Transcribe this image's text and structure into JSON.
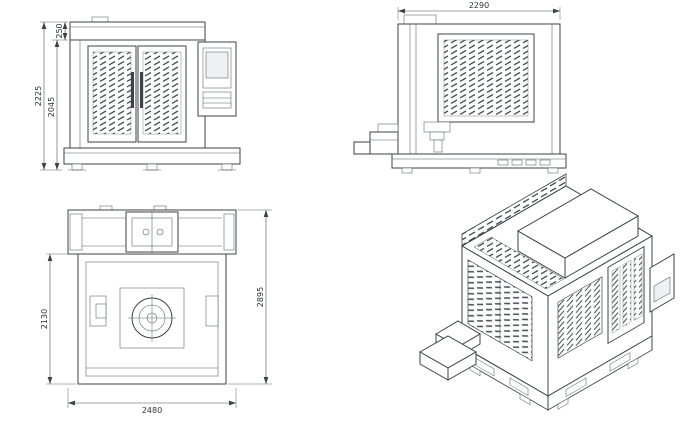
{
  "views": {
    "front": {
      "dimensions": {
        "total_height": "2225",
        "body_height": "2045",
        "top_section_height": "250"
      }
    },
    "side": {
      "dimensions": {
        "overall_width": "2290"
      }
    },
    "plan": {
      "dimensions": {
        "body_depth": "2130",
        "overall_depth": "2895",
        "overall_width": "2480"
      }
    }
  },
  "colors": {
    "line": "#3d4248",
    "background": "#ffffff"
  }
}
